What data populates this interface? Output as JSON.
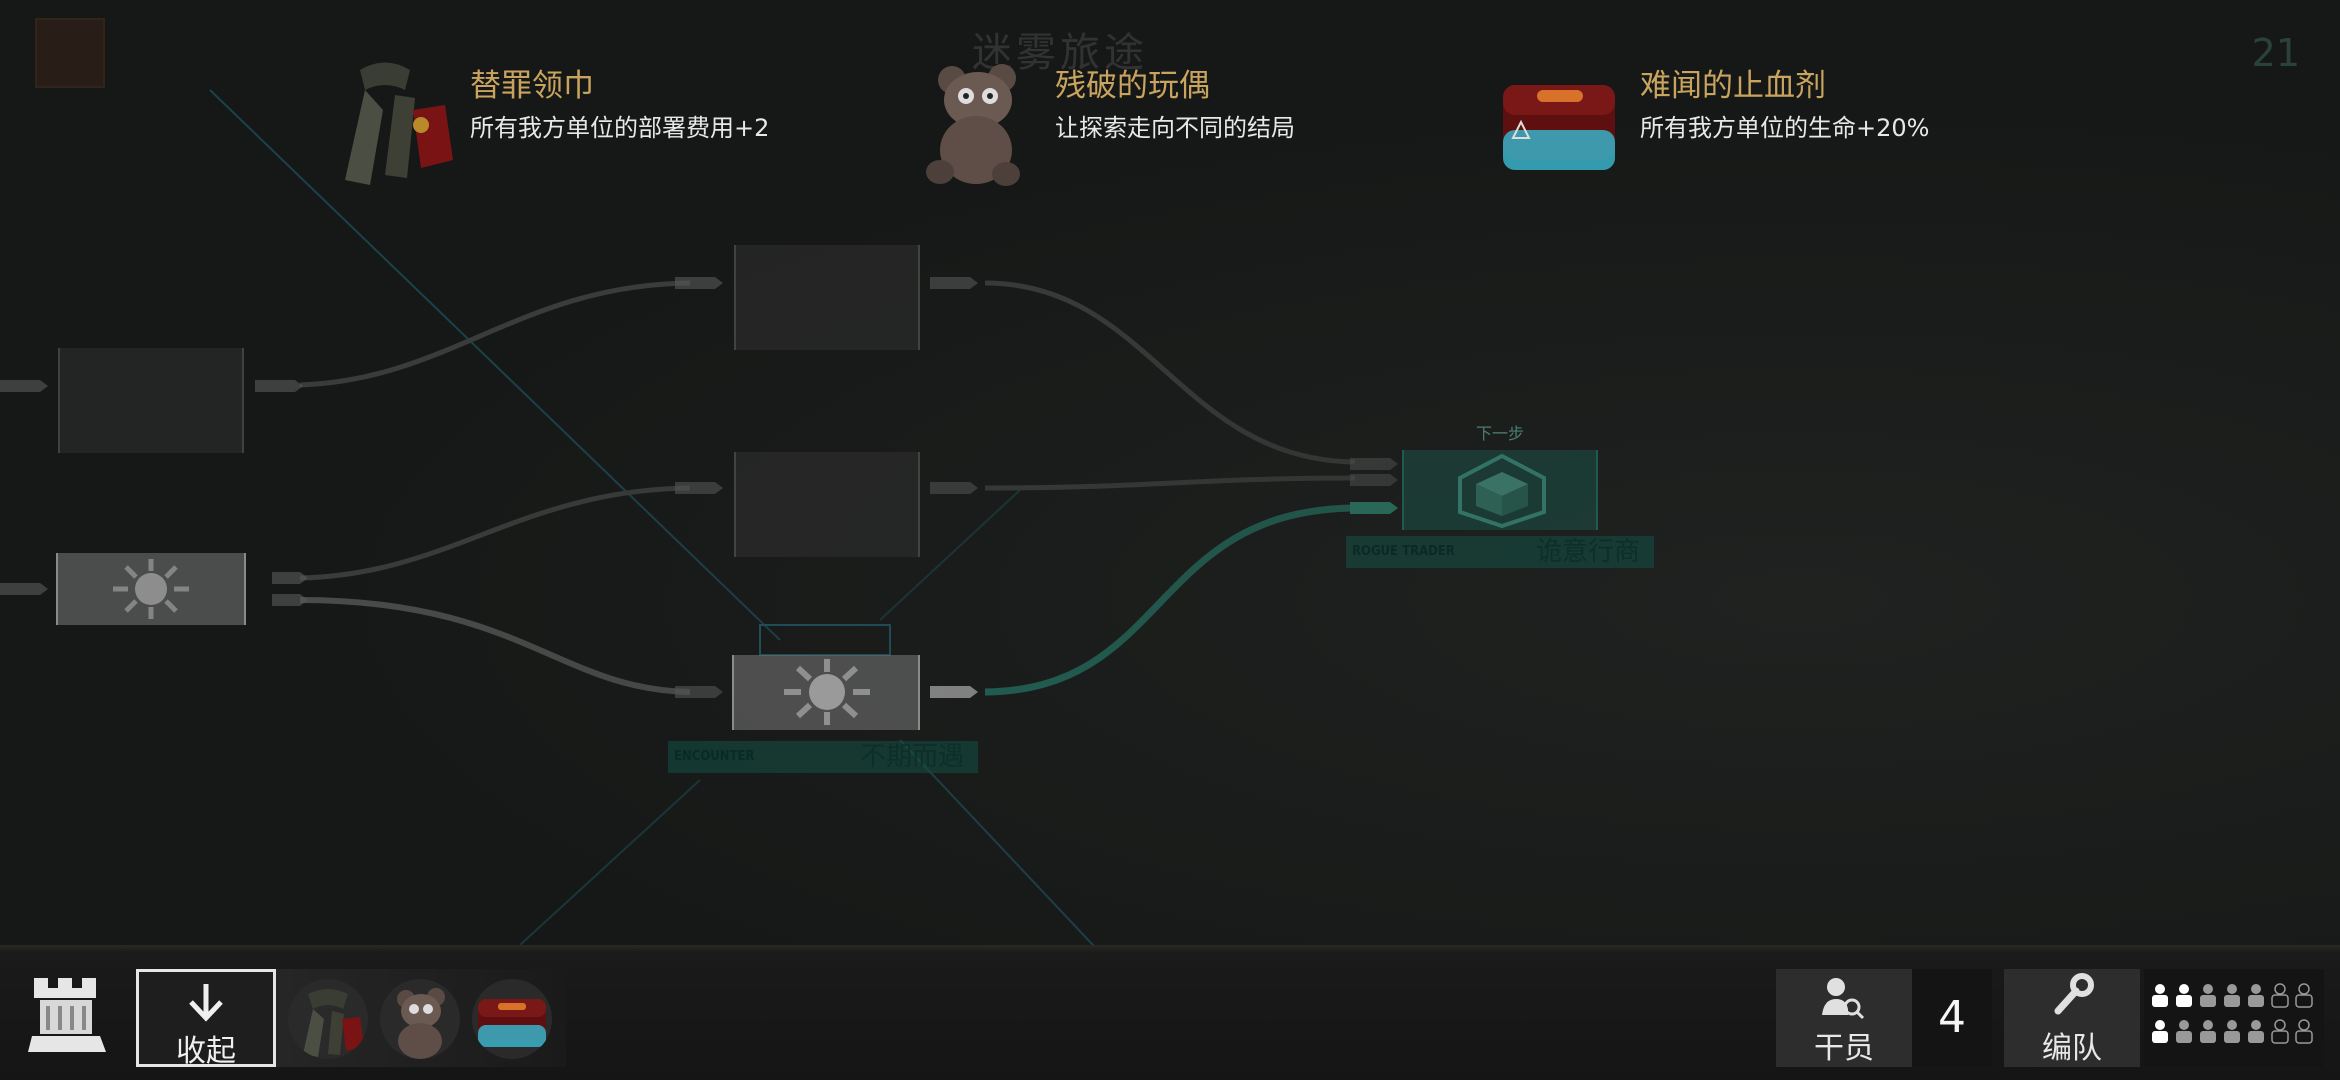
{
  "hud": {
    "stage_title": "迷雾旅途",
    "counter": "21"
  },
  "relics": [
    {
      "name": "替罪领巾",
      "desc": "所有我方单位的部署费用+2",
      "icon": "scarf-icon"
    },
    {
      "name": "残破的玩偶",
      "desc": "让探索走向不同的结局",
      "icon": "teddy-bear-icon"
    },
    {
      "name": "难闻的止血剂",
      "desc": "所有我方单位的生命+20%",
      "icon": "hemostatic-box-icon"
    }
  ],
  "map": {
    "encounter_node": {
      "tag": "ENCOUNTER",
      "name": "不期而遇"
    },
    "trader_node": {
      "tag": "ROGUE TRADER",
      "name": "诡意行商",
      "next_hint": "下一步"
    }
  },
  "bottom": {
    "collapse_label": "收起",
    "operators_label": "干员",
    "operators_count": "4",
    "squad_label": "编队"
  },
  "colors": {
    "accent_gold": "#c9a45e",
    "teal": "#1f6b5c",
    "background": "#161817"
  }
}
